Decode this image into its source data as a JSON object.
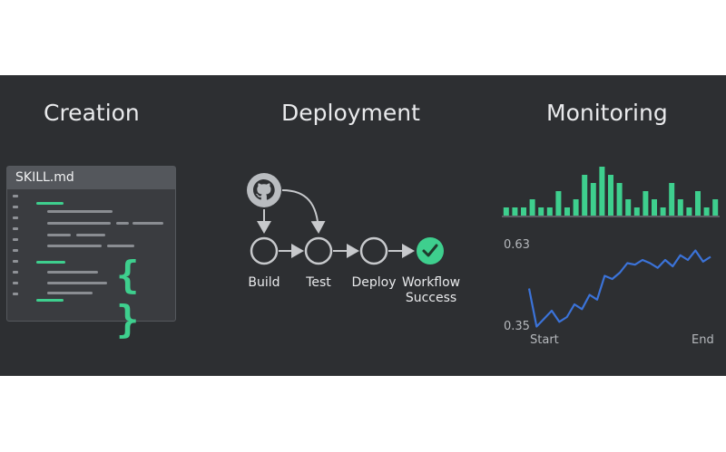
{
  "sections": {
    "creation": {
      "title": "Creation"
    },
    "deployment": {
      "title": "Deployment"
    },
    "monitoring": {
      "title": "Monitoring"
    }
  },
  "editor": {
    "filename": "SKILL.md",
    "braces": "{ }"
  },
  "pipeline": {
    "source_icon": "github-icon",
    "steps": [
      {
        "label": "Build"
      },
      {
        "label": "Test"
      },
      {
        "label": "Deploy"
      },
      {
        "label": "Workflow\nSuccess",
        "icon": "check-icon"
      }
    ]
  },
  "colors": {
    "accent_green": "#3ecf8e",
    "line_blue": "#3b73d9",
    "background": "#2d2f32"
  },
  "chart_data": [
    {
      "type": "bar",
      "values": [
        1,
        1,
        1,
        2,
        1,
        1,
        3,
        1,
        2,
        5,
        4,
        6,
        5,
        4,
        2,
        1,
        3,
        2,
        1,
        4,
        2,
        1,
        3,
        1,
        2
      ],
      "ylim": [
        0,
        6
      ]
    },
    {
      "type": "line",
      "x": [
        0,
        1,
        2,
        3,
        4,
        5,
        6,
        7,
        8,
        9,
        10,
        11,
        12,
        13,
        14,
        15,
        16,
        17,
        18,
        19,
        20
      ],
      "values": [
        0.48,
        0.36,
        0.385,
        0.41,
        0.375,
        0.39,
        0.43,
        0.415,
        0.46,
        0.445,
        0.52,
        0.51,
        0.53,
        0.56,
        0.555,
        0.57,
        0.56,
        0.545,
        0.57,
        0.55,
        0.585,
        0.57,
        0.6,
        0.565,
        0.58
      ],
      "yticks": [
        "0.63",
        "0.35"
      ],
      "ylim": [
        0.35,
        0.63
      ],
      "xticks": [
        "Start",
        "End"
      ]
    }
  ]
}
